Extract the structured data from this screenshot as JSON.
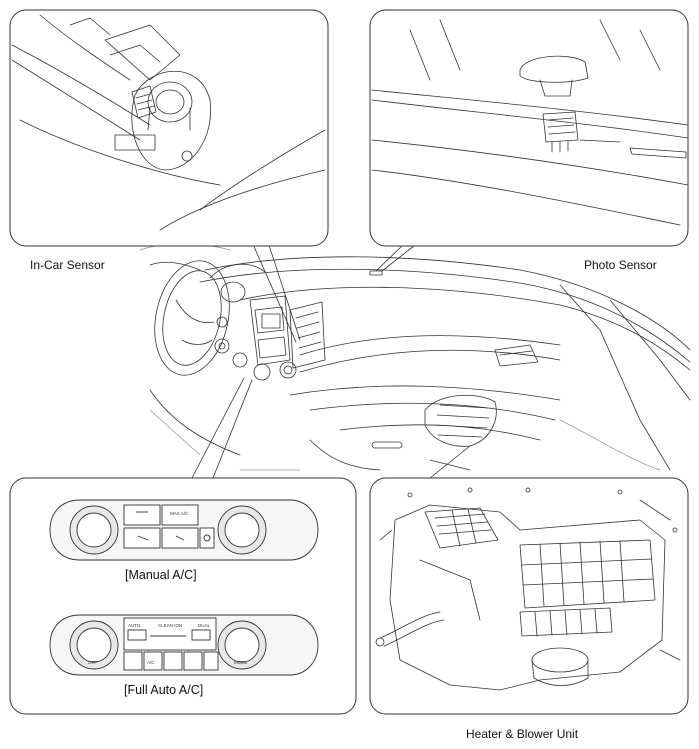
{
  "labels": {
    "in_car_sensor": "In-Car Sensor",
    "photo_sensor": "Photo Sensor",
    "manual_ac": "[Manual A/C]",
    "full_auto_ac": "[Full Auto A/C]",
    "heater_blower": "Heater & Blower Unit"
  },
  "panel_text": {
    "manual_max_ac": "MAX A/C",
    "full_auto": "AUTO",
    "full_clean_ion": "CLEAN ION",
    "full_dual": "DUAL",
    "full_off": "OFF",
    "full_mode": "MODE",
    "full_ac": "A/C"
  },
  "colors": {
    "line": "#222222",
    "panel_border": "#333333",
    "background": "#ffffff"
  }
}
